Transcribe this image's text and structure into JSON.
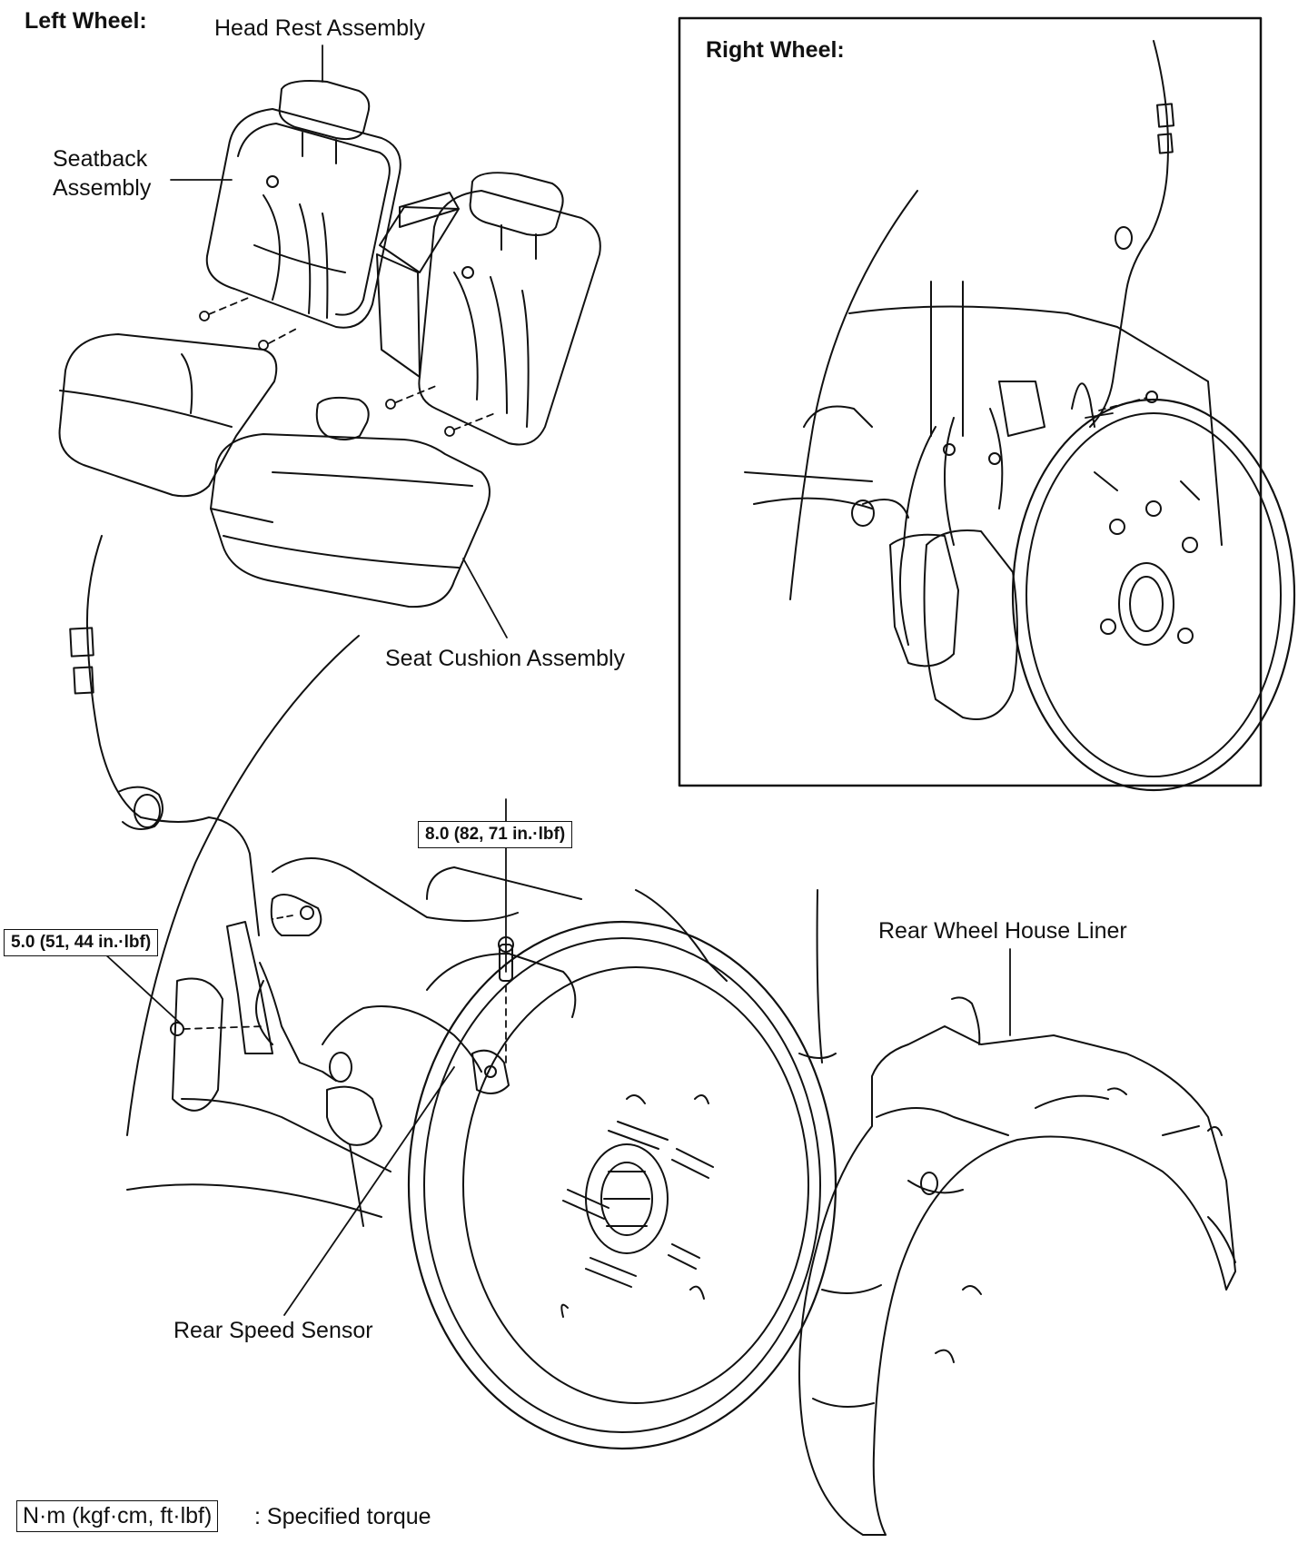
{
  "sections": {
    "left_wheel": "Left Wheel:",
    "right_wheel": "Right Wheel:"
  },
  "parts": {
    "head_rest": "Head Rest Assembly",
    "seatback_line1": "Seatback",
    "seatback_line2": "Assembly",
    "seat_cushion": "Seat Cushion Assembly",
    "rear_wheel_house_liner": "Rear Wheel House  Liner",
    "rear_speed_sensor": "Rear Speed Sensor"
  },
  "torques": {
    "upper_bolt": "8.0 (82, 71 in.·lbf)",
    "left_bolt": "5.0 (51, 44 in.·lbf)"
  },
  "legend": {
    "unit": "N·m (kgf·cm, ft·lbf)",
    "meaning": ": Specified torque"
  }
}
